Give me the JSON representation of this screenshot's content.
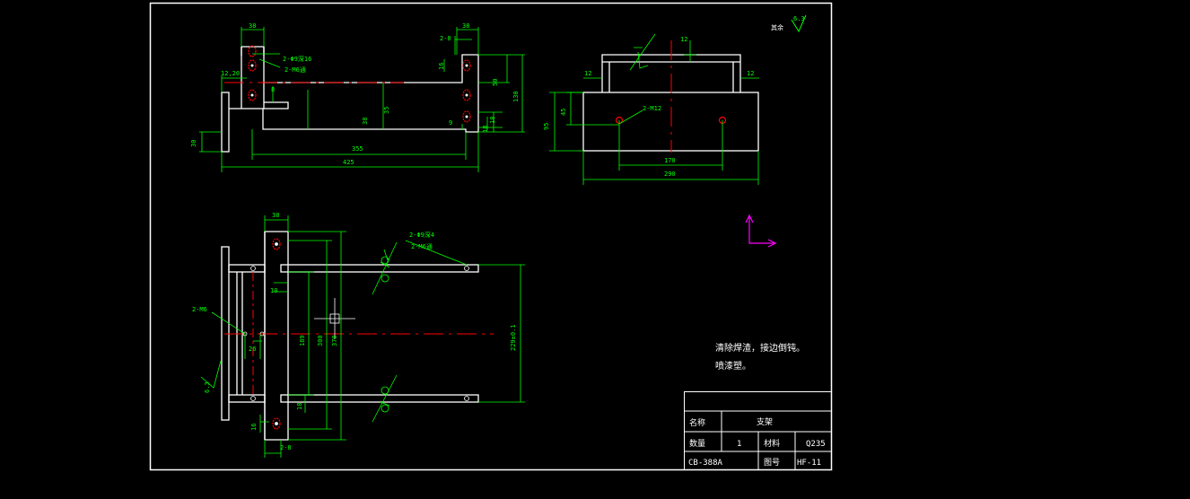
{
  "colors": {
    "background": "#000000",
    "frame": "#ffffff",
    "outline": "#ffffff",
    "dimension": "#00ff00",
    "centerline": "#ff0000",
    "hole_marker": "#ff0000",
    "ucs_icon": "#ff00ff"
  },
  "surface_finish": {
    "top_right_label": "其余",
    "top_right_value": "6.3",
    "left_value": "6.3"
  },
  "front_view": {
    "dims": {
      "top_left": "38",
      "top_right": "38",
      "slot": "2-8",
      "hole_note_1": "2-Φ9深16",
      "hole_note_2": "2-M6通",
      "left_small": "12,20",
      "d8": "8",
      "d35": "35",
      "d38": "38",
      "d16": "16",
      "d50": "50",
      "d130": "130",
      "d9": "9",
      "d18a": "18",
      "d18b": "18",
      "d30": "30",
      "d355": "355",
      "d425": "425"
    }
  },
  "side_view": {
    "dims": {
      "d12_top": "12",
      "d12_left": "12",
      "d12_right": "12",
      "d45": "45",
      "d95": "95",
      "holes": "2-M12",
      "d170": "170",
      "d290": "290"
    }
  },
  "top_view": {
    "dims": {
      "d38": "38",
      "hole_note_1": "2-Φ9深4",
      "hole_note_2": "2-M6通",
      "holes_m6": "2-M6",
      "d10": "10",
      "d189": "189",
      "d300": "300",
      "d370": "370",
      "d26": "26",
      "d16": "16",
      "d18": "18",
      "slot": "2-8",
      "d229": "229±0.1"
    }
  },
  "notes": {
    "line1": "清除焊渣，接边倒钝。",
    "line2": "喷漆塑。"
  },
  "title_block": {
    "name_label": "名称",
    "name_value": "支架",
    "qty_label": "数量",
    "qty_value": "1",
    "material_label": "材料",
    "material_value": "Q235",
    "drawing_label": "图号",
    "code_left": "CB-388A",
    "code_right": "HF-11"
  }
}
